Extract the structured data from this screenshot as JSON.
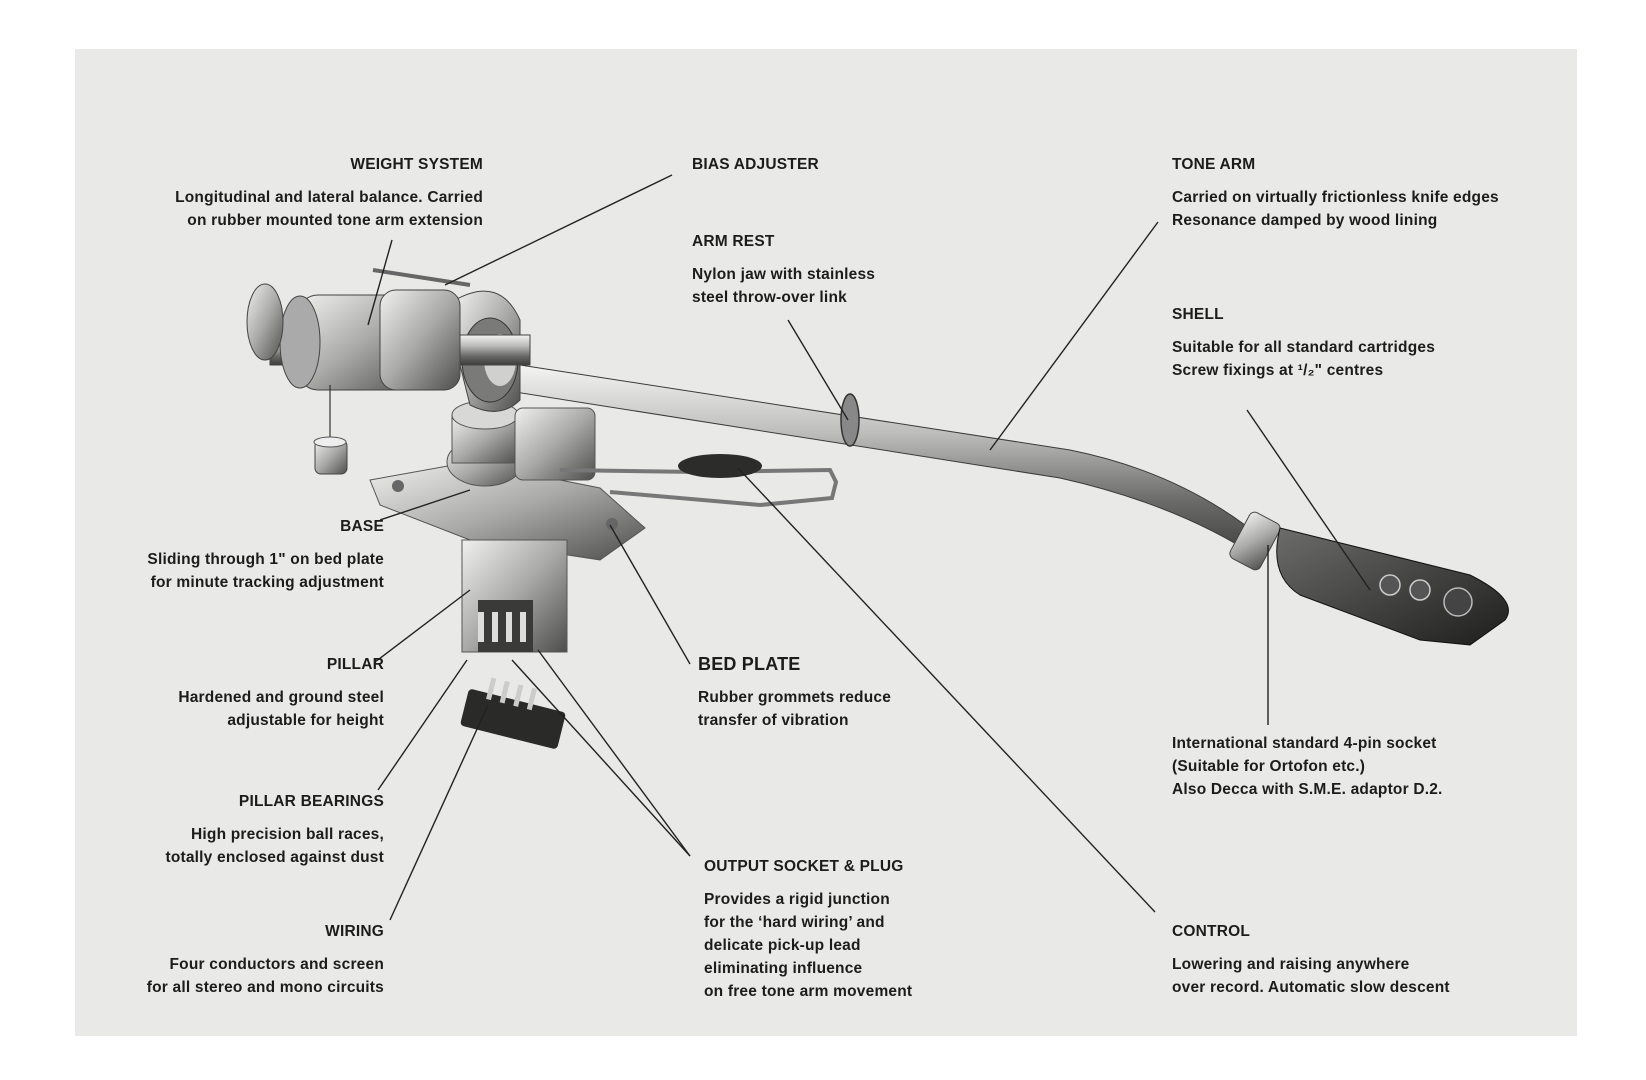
{
  "labels": {
    "weight_system": {
      "title": "WEIGHT SYSTEM",
      "lines": [
        "Longitudinal and lateral balance. Carried",
        "on rubber mounted tone arm extension"
      ]
    },
    "bias_adjuster": {
      "title": "BIAS ADJUSTER"
    },
    "arm_rest": {
      "title": "ARM REST",
      "lines": [
        "Nylon jaw with stainless",
        "steel throw-over link"
      ]
    },
    "tone_arm": {
      "title": "TONE ARM",
      "lines": [
        "Carried on virtually frictionless knife edges",
        "Resonance damped by wood lining"
      ]
    },
    "shell": {
      "title": "SHELL",
      "lines": [
        "Suitable for all standard cartridges",
        "Screw fixings at ¹/₂\" centres"
      ]
    },
    "base": {
      "title": "BASE",
      "lines": [
        "Sliding through 1\" on bed plate",
        "for minute tracking adjustment"
      ]
    },
    "pillar": {
      "title": "PILLAR",
      "lines": [
        "Hardened and ground steel",
        "adjustable for height"
      ]
    },
    "bed_plate": {
      "title": "BED PLATE",
      "lines": [
        "Rubber grommets reduce",
        "transfer of vibration"
      ]
    },
    "socket_note": {
      "lines": [
        "International standard 4-pin socket",
        "(Suitable for Ortofon etc.)",
        "Also Decca with S.M.E. adaptor D.2."
      ]
    },
    "pillar_bearings": {
      "title": "PILLAR BEARINGS",
      "lines": [
        "High precision ball races,",
        "totally enclosed against dust"
      ]
    },
    "output_socket": {
      "title": "OUTPUT SOCKET & PLUG",
      "lines": [
        "Provides a rigid junction",
        "for the ‘hard wiring’ and",
        "delicate pick-up lead",
        "eliminating influence",
        "on free tone arm movement"
      ]
    },
    "wiring": {
      "title": "WIRING",
      "lines": [
        "Four conductors and screen",
        "for all stereo and mono circuits"
      ]
    },
    "control": {
      "title": "CONTROL",
      "lines": [
        "Lowering and raising anywhere",
        "over record. Automatic slow descent"
      ]
    }
  },
  "colors": {
    "paper": "#e9e9e7",
    "ink": "#1c1c1c",
    "metal_light": "#d4d4d2",
    "metal_dark": "#5a5a58",
    "shell_dark": "#2e2e2d"
  }
}
